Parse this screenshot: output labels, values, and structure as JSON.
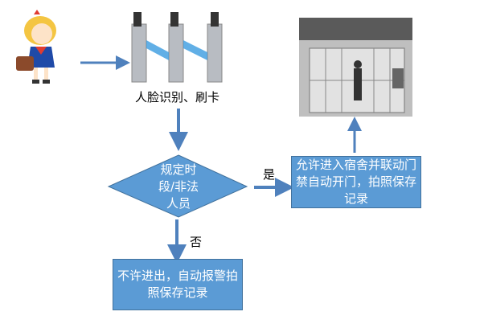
{
  "steps": {
    "recognition_caption": "人脸识别、刷卡",
    "decision": [
      "规定时",
      "段/非法",
      "人员"
    ],
    "yes_label": "是",
    "no_label": "否",
    "yes_action": "允许进入宿舍并联动门禁自动开门，拍照保存记录",
    "no_action": "不许进出，自动报警拍照保存记录"
  },
  "colors": {
    "node_fill": "#5b9bd5",
    "node_border": "#41719c",
    "arrow": "#4f81bd"
  }
}
